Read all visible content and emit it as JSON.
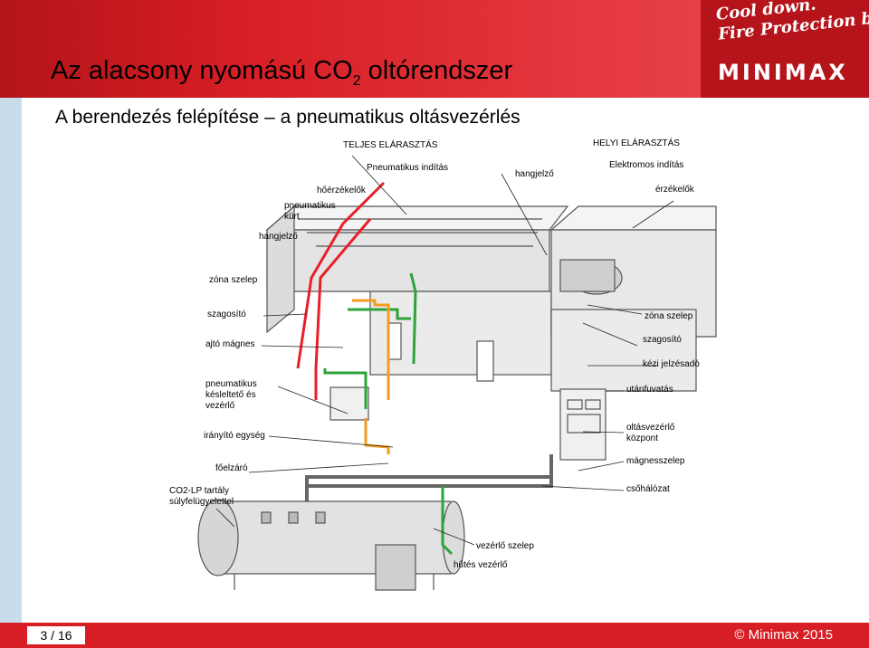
{
  "header": {
    "slogan_line1": "Cool down.",
    "slogan_line2": "Fire Protection by",
    "brand": "MINIMAX",
    "title_main": "Az alacsony nyomású CO",
    "title_sub": "2",
    "title_rest": " oltórendszer",
    "subtitle": "A berendezés felépítése – a pneumatikus oltásvezérlés"
  },
  "diagram": {
    "labels": {
      "teljes_elarasztas": "TELJES ELÁRASZTÁS",
      "helyi_elarasztas": "HELYI ELÁRASZTÁS",
      "pneumatikus_inditas": "Pneumatikus indítás",
      "elektromos_inditas": "Elektromos indítás",
      "hangjelzo_top": "hangjelző",
      "hoerzekelok": "hőérzékelők",
      "erzekelok": "érzékelők",
      "pneumatikus_kurt": "pneumatikus\nkürt",
      "hangjelzo_left": "hangjelző",
      "zona_szelep_left": "zóna szelep",
      "szagosito_left": "szagosító",
      "ajto_magnes": "ajtó mágnes",
      "pneumatikus_kesleltet": "pneumatikus\nkésleltető és\nvezérlő",
      "iranyito_egyseg": "irányító egység",
      "foelzaro": "főelzáró",
      "co2_tartaly": "CO2-LP tartály\nsúlyfelügyelettel",
      "zona_szelep_right": "zóna szelep",
      "szagosito_right": "szagosító",
      "kezi_jelzesado": "kézi jelzésadó",
      "utanfuvatas": "utánfuvatás",
      "oltasvezerlo": "oltásvezérlő\nközpont",
      "magnesszelep": "mágnesszelep",
      "csohalozat": "csőhálózat",
      "vezerlo_szelep": "vezérlő szelep",
      "hutes_vezerlo": "hűtés vezérlő"
    }
  },
  "colors": {
    "brand_red": "#d81e25",
    "pipe_red": "#e8202a",
    "pipe_green": "#2ea33a",
    "pipe_orange": "#f39c1f",
    "band_blue": "#c8dcec"
  },
  "footer": {
    "page": "3 / 16",
    "copyright": "© Minimax 2015"
  }
}
